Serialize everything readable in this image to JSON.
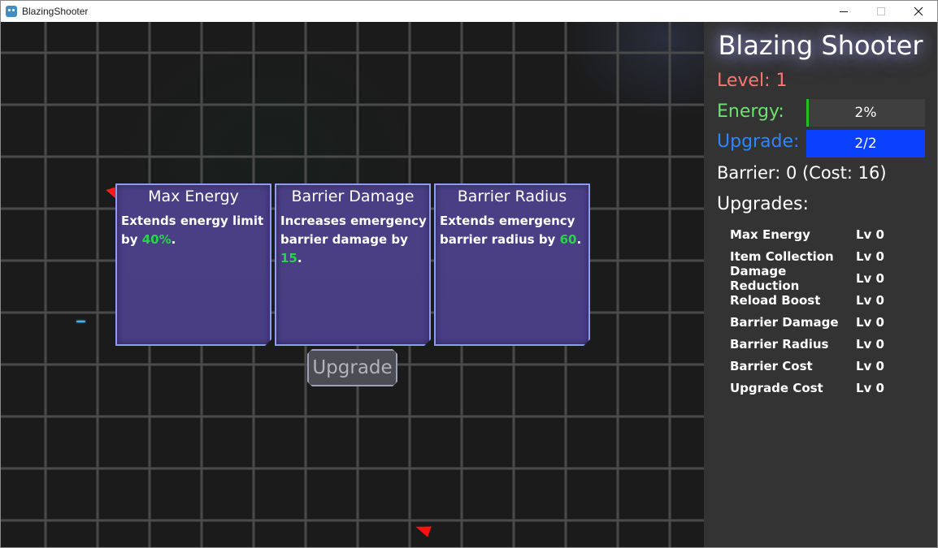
{
  "window": {
    "title": "BlazingShooter"
  },
  "cards": [
    {
      "title": "Max Energy",
      "desc_before": "Extends energy limit by ",
      "value": "40%",
      "desc_after": "."
    },
    {
      "title": "Barrier Damage",
      "desc_before": "Increases emergency barrier damage by ",
      "value": "15",
      "desc_after": "."
    },
    {
      "title": "Barrier Radius",
      "desc_before": "Extends emergency barrier radius by ",
      "value": "60",
      "desc_after": "."
    }
  ],
  "upgrade_button": {
    "label": "Upgrade"
  },
  "panel": {
    "title": "Blazing Shooter",
    "level": "Level: 1",
    "energy_label": "Energy:",
    "energy_value": "2%",
    "energy_fraction": 0.02,
    "upgrade_label": "Upgrade:",
    "upgrade_value": "2/2",
    "barrier": "Barrier: 0 (Cost: 16)",
    "upgrades_heading": "Upgrades:",
    "upgrades": [
      {
        "name": "Max Energy",
        "level": "Lv 0"
      },
      {
        "name": "Item Collection",
        "level": "Lv 0"
      },
      {
        "name": "Damage Reduction",
        "level": "Lv 0"
      },
      {
        "name": "Reload Boost",
        "level": "Lv 0"
      },
      {
        "name": "Barrier Damage",
        "level": "Lv 0"
      },
      {
        "name": "Barrier Radius",
        "level": "Lv 0"
      },
      {
        "name": "Barrier Cost",
        "level": "Lv 0"
      },
      {
        "name": "Upgrade Cost",
        "level": "Lv 0"
      }
    ]
  },
  "colors": {
    "level": "#ff7474",
    "energy": "#6de26d",
    "upgrade": "#2c86ff",
    "upgrade_bar": "#0a40ff",
    "card_bg": "#4a3f85",
    "card_border": "#8d9cf0",
    "highlight_value": "#29d44a",
    "enemy": "#ff1a1a"
  }
}
